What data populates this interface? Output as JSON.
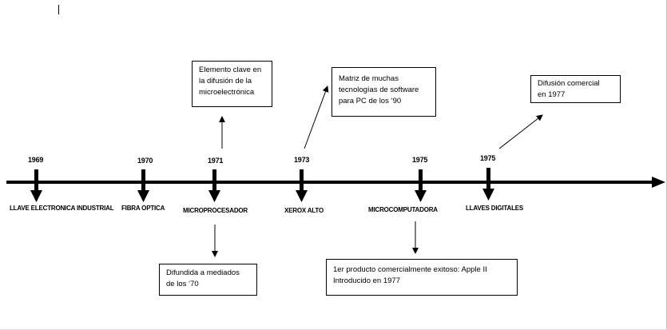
{
  "events": [
    {
      "id": "1969",
      "year": "1969",
      "label": "LLAVE ELECTRONICA INDUSTRIAL"
    },
    {
      "id": "1970",
      "year": "1970",
      "label": "FIBRA OPTICA"
    },
    {
      "id": "1971",
      "year": "1971",
      "label": "MICROPROCESADOR"
    },
    {
      "id": "1973",
      "year": "1973",
      "label": "XEROX  ALTO"
    },
    {
      "id": "1975a",
      "year": "1975",
      "label": "MICROCOMPUTADORA"
    },
    {
      "id": "1975b",
      "year": "1975",
      "label": "LLAVES DIGITALES"
    }
  ],
  "notes": {
    "microprocesador_top": "Elemento clave en\nla difusión de la\nmicroelectrónica",
    "microprocesador_bottom": "Difundida a mediados\nde los ‘70",
    "xerox_alto": "Matriz de muchas\ntecnologías de software\npara PC de los ‘90",
    "microcomputadora": "1er producto comercialmente exitoso: Apple II\nIntroducido en 1977",
    "llaves_digitales": "Difusión comercial\nen 1977"
  }
}
